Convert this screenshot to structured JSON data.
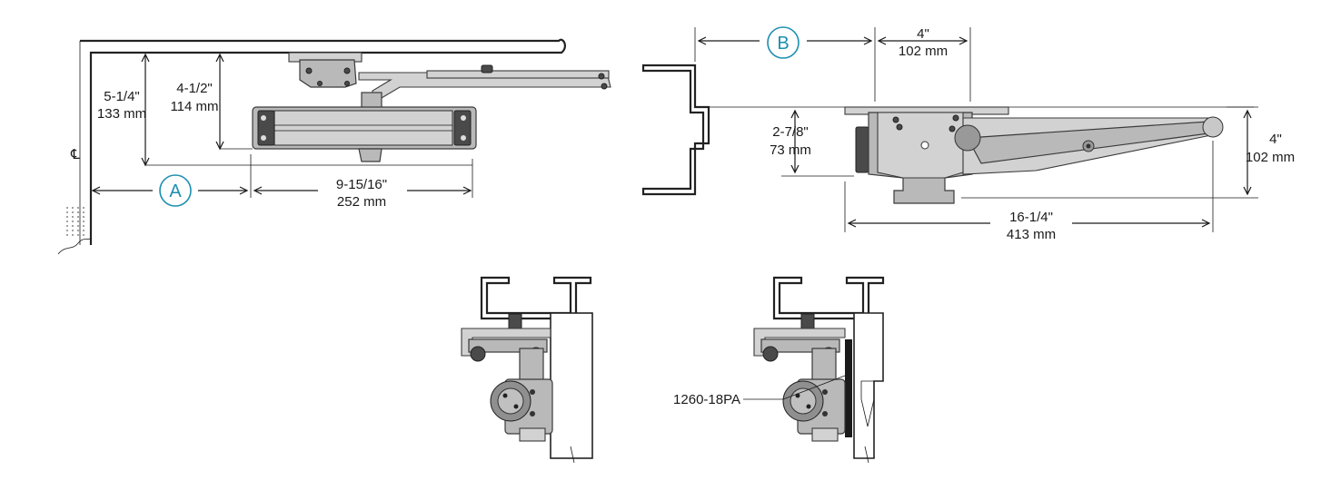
{
  "view_left": {
    "centerline_symbol": "℄",
    "dim_height_outer": {
      "imperial": "5-1/4\"",
      "metric": "133 mm"
    },
    "dim_height_inner": {
      "imperial": "4-1/2\"",
      "metric": "114 mm"
    },
    "dim_width": {
      "imperial": "9-15/16\"",
      "metric": "252 mm"
    },
    "callout": "A"
  },
  "view_right": {
    "callout": "B",
    "dim_top": {
      "imperial": "4\"",
      "metric": "102 mm"
    },
    "dim_left": {
      "imperial": "2-7/8\"",
      "metric": "73 mm"
    },
    "dim_right": {
      "imperial": "4\"",
      "metric": "102 mm"
    },
    "dim_bottom": {
      "imperial": "16-1/4\"",
      "metric": "413 mm"
    }
  },
  "view_bottom": {
    "part_label": "1260-18PA"
  },
  "colors": {
    "callout_circle": "#1e8fb0",
    "body_fill": "#b9b9b9",
    "line": "#1a1a1a"
  }
}
